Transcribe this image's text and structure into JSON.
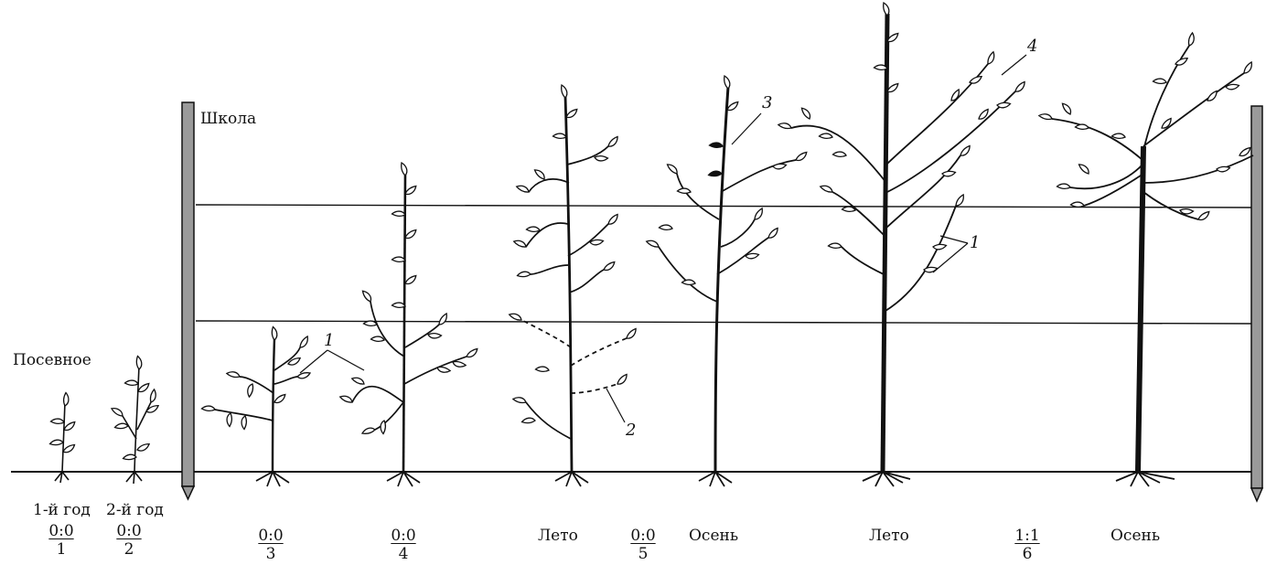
{
  "labels": {
    "posevnoe": "Посевное",
    "shkola": "Школа",
    "year1": "1-й год",
    "year2": "2-й год",
    "summer_5": "Лето",
    "autumn_5": "Осень",
    "summer_6": "Лето",
    "autumn_6": "Осень"
  },
  "fractions": [
    {
      "num": "0:0",
      "den": "1"
    },
    {
      "num": "0:0",
      "den": "2"
    },
    {
      "num": "0:0",
      "den": "3"
    },
    {
      "num": "0:0",
      "den": "4"
    },
    {
      "num": "0:0",
      "den": "5"
    },
    {
      "num": "1:1",
      "den": "6"
    }
  ],
  "callouts": [
    "1",
    "2",
    "3",
    "4",
    "1"
  ]
}
